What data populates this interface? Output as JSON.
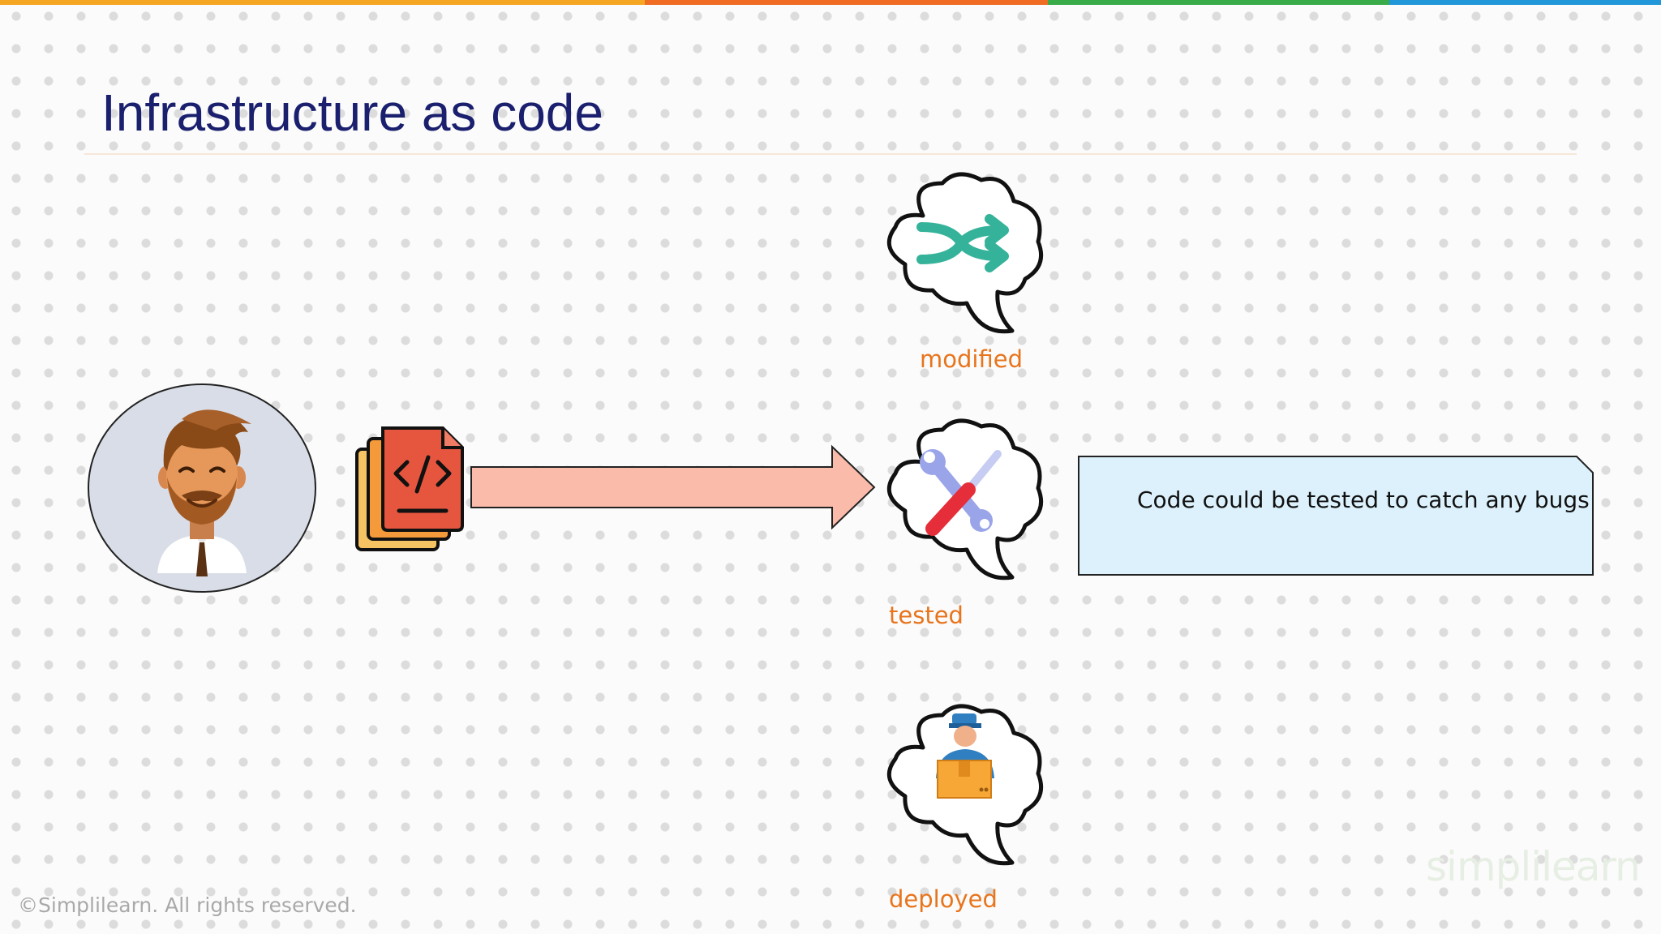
{
  "slide": {
    "title": "Infrastructure as code",
    "footer": "©Simplilearn. All rights reserved.",
    "brand": "simplilearn"
  },
  "top_bar": {
    "colors": [
      "#f5a623",
      "#ef6c22",
      "#3aab49",
      "#2196d8"
    ]
  },
  "colors": {
    "title": "#1a1f6e",
    "step_label": "#e8741c",
    "arrow_fill": "#fbbbaa",
    "callout_fill": "#dcf1fb"
  },
  "steps": [
    {
      "label": "modified",
      "icon": "shuffle-icon"
    },
    {
      "label": "tested",
      "icon": "wrench-screwdriver-icon"
    },
    {
      "label": "deployed",
      "icon": "delivery-worker-icon"
    }
  ],
  "callout": {
    "text": "Code could be tested to catch any bugs"
  },
  "icons": {
    "person": "developer-avatar-icon",
    "code": "code-files-icon",
    "arrow": "right-arrow"
  }
}
